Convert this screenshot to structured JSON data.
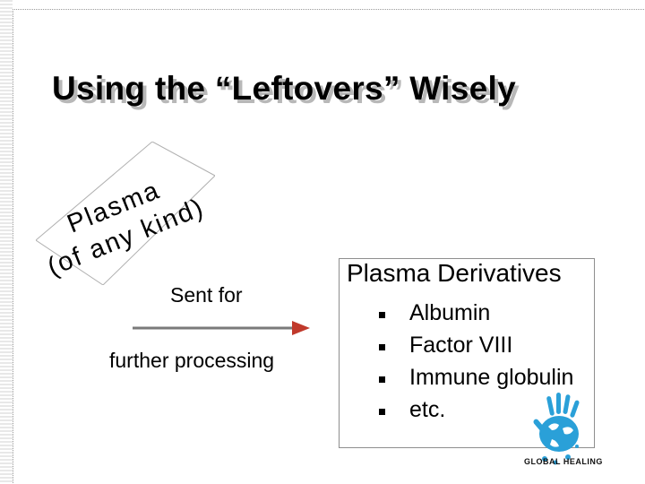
{
  "slide": {
    "title": "Using the “Leftovers” Wisely",
    "diagram": {
      "line1": "Plasma",
      "line2": "(of any kind)",
      "sent_label": "Sent for",
      "processing_label": "further processing"
    },
    "derivatives": {
      "heading": "Plasma Derivatives",
      "items": [
        "Albumin",
        "Factor VIII",
        "Immune globulin",
        "etc."
      ]
    },
    "logo": {
      "icon": "handprint-globe-icon",
      "text": "GLOBAL HEALING"
    },
    "colors": {
      "logo_blue": "#2aa0d8",
      "title_shadow": "#b8b8b8",
      "box_border": "#8e8e8e"
    }
  }
}
